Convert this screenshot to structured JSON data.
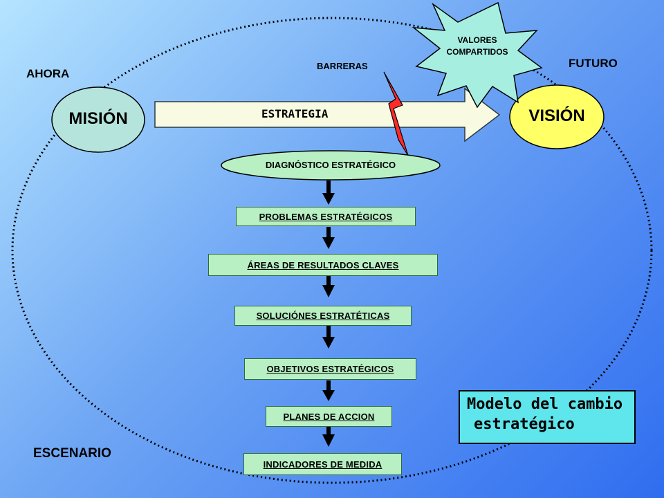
{
  "labels": {
    "ahora": "AHORA",
    "futuro": "FUTURO",
    "escenario": "ESCENARIO",
    "barreras": "BARRERAS"
  },
  "mision": "MISIÓN",
  "vision": "VISIÓN",
  "estrategia": "ESTRATEGIA",
  "valores": {
    "line1": "VALORES",
    "line2": "COMPARTIDOS"
  },
  "diagnostico": "DIAGNÓSTICO ESTRATÉGICO",
  "steps": [
    "PROBLEMAS ESTRATÉGICOS",
    "ÁREAS DE RESULTADOS CLAVES",
    "SOLUCIÓNES ESTRATÉTICAS",
    "OBJETIVOS ESTRATÉGICOS",
    "PLANES DE ACCION",
    "INDICADORES DE MEDIDA"
  ],
  "caption": {
    "line1": "Modelo del cambio",
    "line2": "estratégico"
  },
  "colors": {
    "mision_fill": "#b4e4dc",
    "vision_fill": "#ffff66",
    "step_fill": "#b8f0c4",
    "caption_fill": "#5ee6ec",
    "lightning": "#ff2a2a",
    "star_fill": "#a6eee0"
  }
}
